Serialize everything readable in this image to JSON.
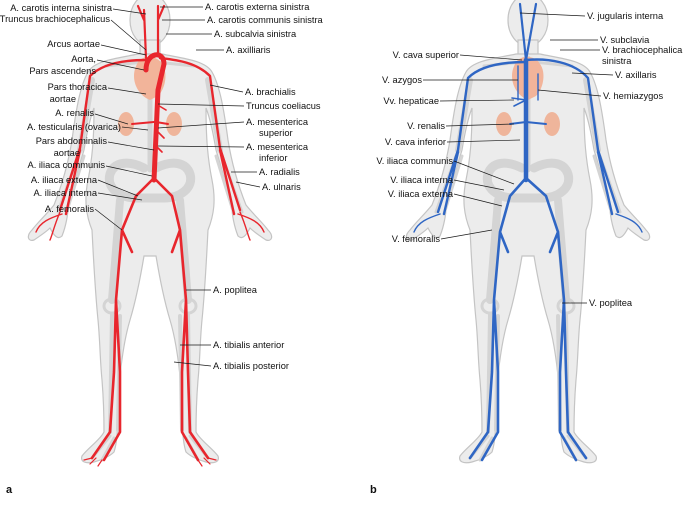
{
  "panels": [
    {
      "letter": "a",
      "vessel_color": "#e8262d",
      "labels": [
        "A. carotis interna sinistra",
        "Truncus brachiocephalicus",
        "Arcus aortae",
        "Aorta,",
        "Pars ascendens",
        "Pars thoracica",
        "aortae",
        "A. renalis",
        "A. testicularis (ovarica)",
        "Pars abdominalis",
        "aortae",
        "A. iliaca communis",
        "A. iliaca externa",
        "A. iliaca interna",
        "A. femoralis",
        "A. carotis externa sinistra",
        "A. carotis communis sinistra",
        "A. subcalvia sinistra",
        "A. axilliaris",
        "A. brachialis",
        "Truncus coeliacus",
        "A. mesenterica",
        "superior",
        "A. mesenterica",
        "inferior",
        "A. radialis",
        "A. ulnaris",
        "A. poplitea",
        "A. tibialis anterior",
        "A. tibialis posterior"
      ]
    },
    {
      "letter": "b",
      "vessel_color": "#2f66c4",
      "labels": [
        "V. cava superior",
        "V. azygos",
        "Vv. hepaticae",
        "V. renalis",
        "V. cava inferior",
        "V. iliaca communis",
        "V. iliaca interna",
        "V. iliaca externa",
        "V. femoralis",
        "V. jugularis interna",
        "V. subclavia",
        "V. brachiocephalica",
        "sinistra",
        "V. axillaris",
        "V. hemiazygos",
        "V. poplitea"
      ]
    }
  ],
  "colors": {
    "body_fill": "#ececec",
    "body_outline": "#c4c4c4",
    "bone": "#d4d4d4",
    "heart": "#f2b49a",
    "kidney": "#efb59b",
    "leader": "#1a1a1a",
    "text": "#111111"
  }
}
